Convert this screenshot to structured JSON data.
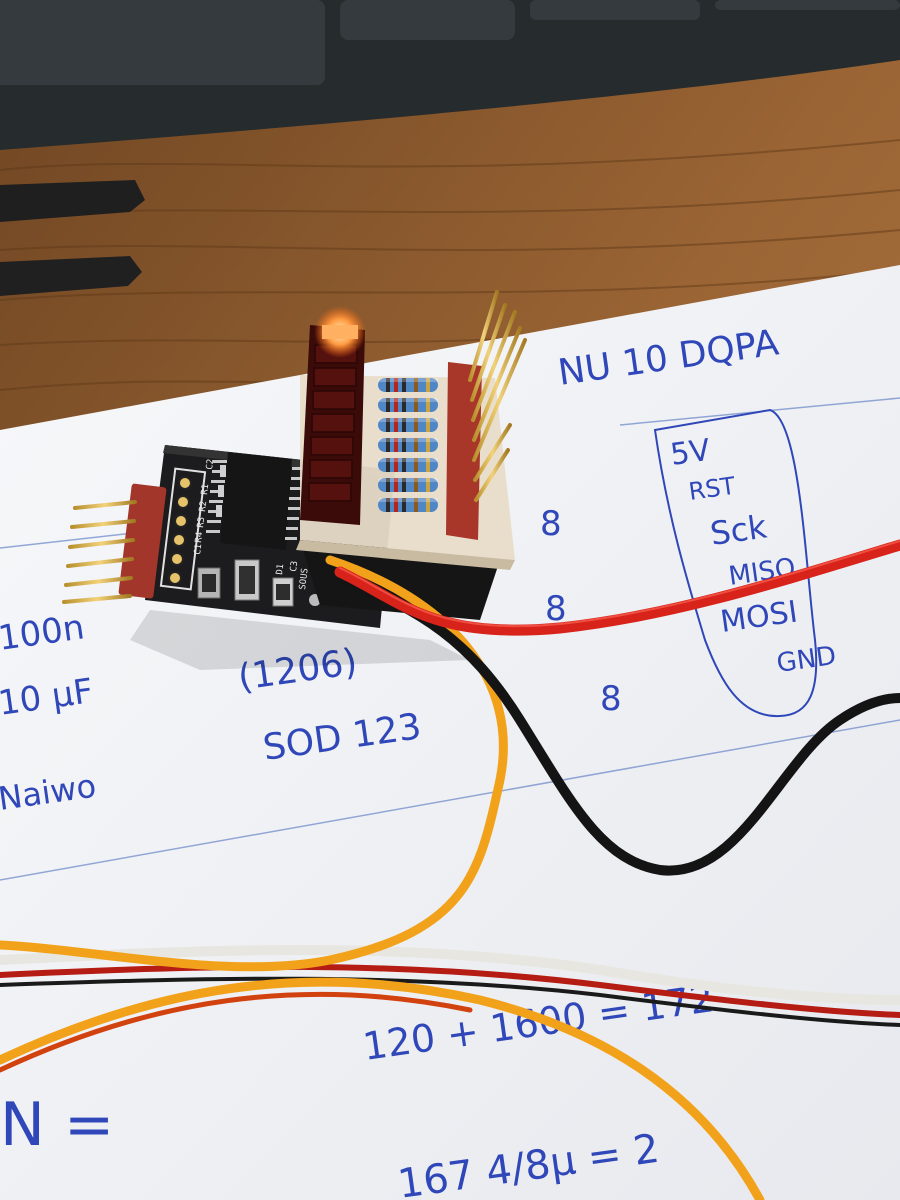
{
  "photo": {
    "subject": "LED bargraph programmer board on handwritten notes",
    "colors": {
      "desk": "#8a5a30",
      "keyboard": "#2b3032",
      "paper": "#f4f5f7",
      "ink": "#2f47b8",
      "pcb": "#1c1c1e",
      "led_lit": "#ff8c3a",
      "wire_red": "#d8231a",
      "wire_black": "#141414",
      "wire_orange": "#f2a21a",
      "resistor_body": "#4f86c6"
    }
  },
  "notes": {
    "title": "NU 10 DQPA",
    "pinout": [
      "5V",
      "RST",
      "Sck",
      "MISO",
      "MOSI",
      "GND"
    ],
    "left_margin": [
      "100n",
      "10 µF",
      "Naiwo"
    ],
    "middle": [
      "(1206)",
      "SOD 123"
    ],
    "numbers": [
      "8",
      "8",
      "8"
    ],
    "bottom_left": "N =",
    "bottom_line_1": "120 + 1600 = 172",
    "bottom_line_2": "167   4/8µ = 2"
  },
  "board": {
    "silkscreen": [
      "C1",
      "C2",
      "R1",
      "R2",
      "R3",
      "R4",
      "D1",
      "SOUS",
      "C3"
    ]
  }
}
